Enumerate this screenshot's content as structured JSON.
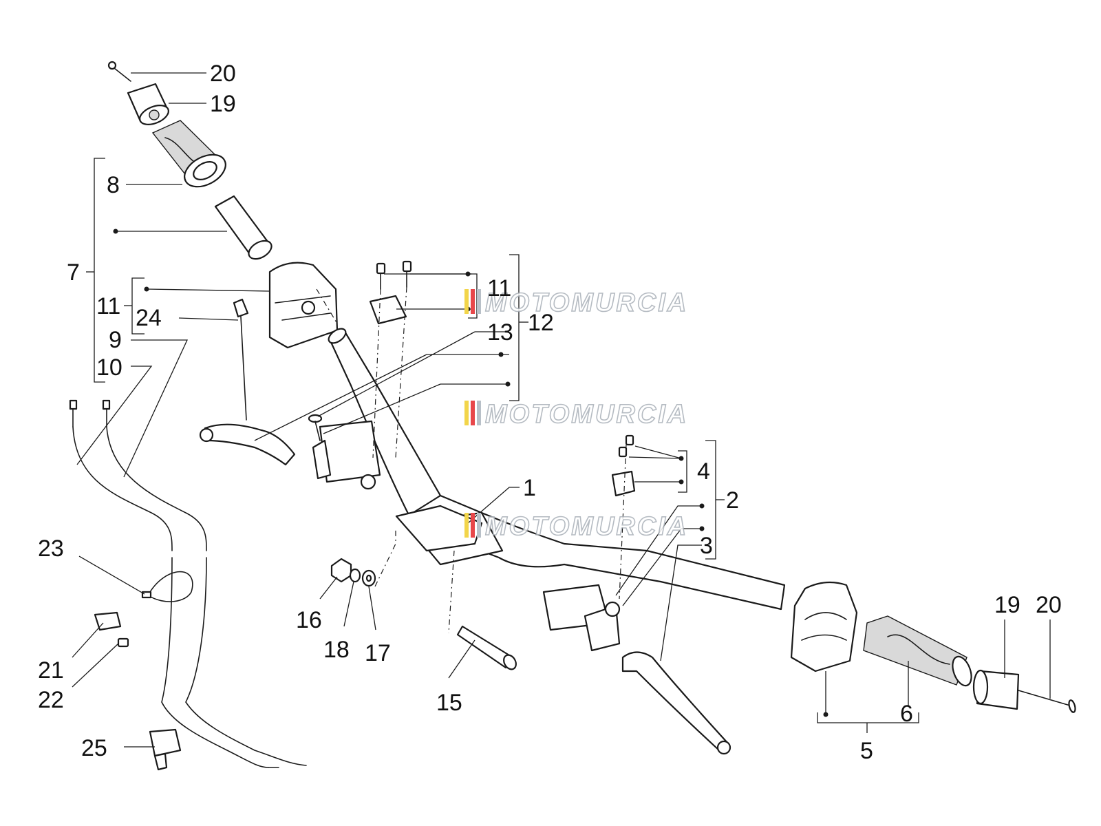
{
  "labels": {
    "l1": "1",
    "l2": "2",
    "l3": "3",
    "l4": "4",
    "l5": "5",
    "l6": "6",
    "l7": "7",
    "l8": "8",
    "l9": "9",
    "l10": "10",
    "l11a": "11",
    "l11b": "11",
    "l12": "12",
    "l13": "13",
    "l15": "15",
    "l16": "16",
    "l17": "17",
    "l18": "18",
    "l19a": "19",
    "l19b": "19",
    "l20a": "20",
    "l20b": "20",
    "l21": "21",
    "l22": "22",
    "l23": "23",
    "l24": "24",
    "l25": "25"
  },
  "watermark": {
    "text": "MOTOMURCIA",
    "stripe_colors": [
      "#f2d54a",
      "#e8474a",
      "#b8c0c8"
    ]
  }
}
